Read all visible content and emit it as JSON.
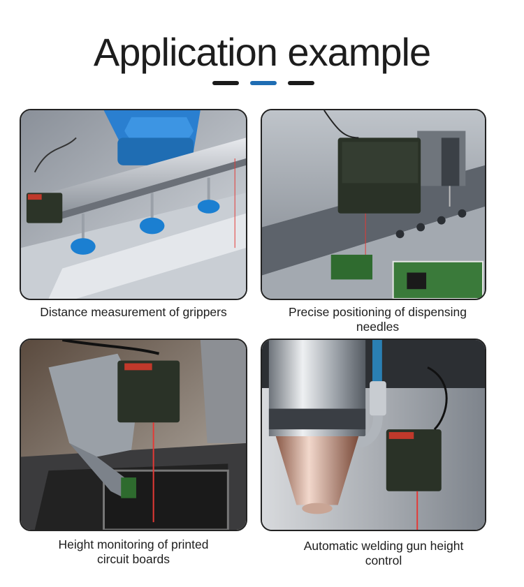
{
  "page": {
    "title": "Application example",
    "accent_colors": {
      "dark": "#1a1a1a",
      "blue": "#1f6db3"
    }
  },
  "panels": [
    {
      "caption": "Distance measurement of grippers",
      "image": "robot-gripper-with-sensor"
    },
    {
      "caption": "Precise positioning of dispensing needles",
      "image": "dispensing-needle-with-sensor"
    },
    {
      "caption": "Height monitoring of printed circuit boards",
      "image": "pcb-height-monitoring-sensor"
    },
    {
      "caption": "Automatic welding gun height control",
      "image": "welding-gun-with-sensor"
    }
  ]
}
